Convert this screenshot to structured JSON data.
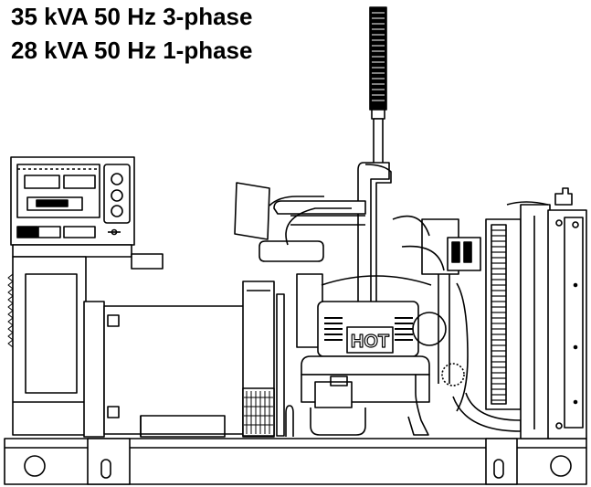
{
  "specs": {
    "line1": "35 kVA 50 Hz 3-phase",
    "line2": "28 kVA 50 Hz 1-phase"
  },
  "labels": {
    "hot": "HOT"
  },
  "colors": {
    "ink": "#000000",
    "paper": "#ffffff"
  }
}
